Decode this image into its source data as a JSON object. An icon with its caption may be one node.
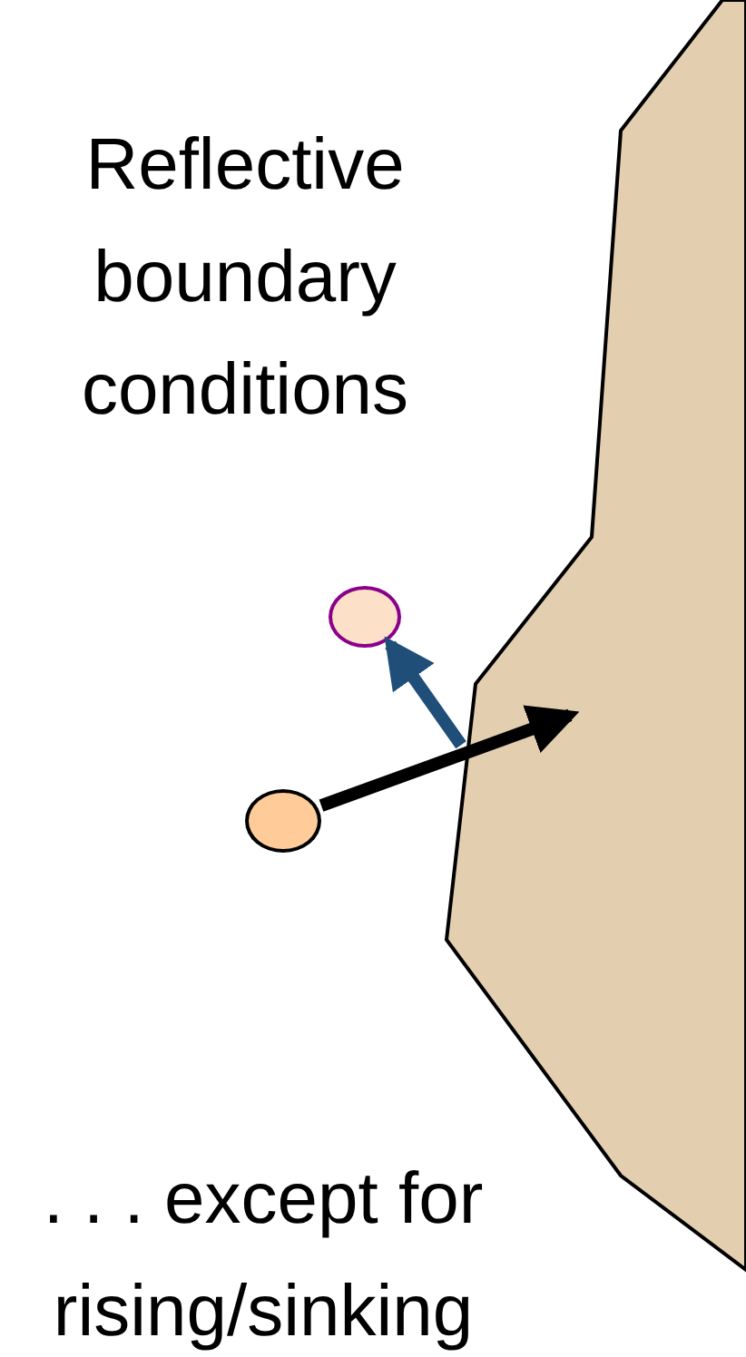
{
  "diagram": {
    "nodes": [
      {
        "text": [],
        "shape": "circle"
      },
      {
        "text": [],
        "shape": "circle"
      },
      {
        "text": [],
        "shape": "polygon"
      }
    ],
    "edges": [
      {
        "from": 0,
        "to": 2,
        "arrow": "to",
        "color": "#000000"
      },
      {
        "from": 2,
        "to": 1,
        "arrow": "to",
        "color": "#1f4e79"
      }
    ],
    "labels": [
      "Reflective boundary conditions",
      ". . . except for rising/sinking"
    ]
  }
}
